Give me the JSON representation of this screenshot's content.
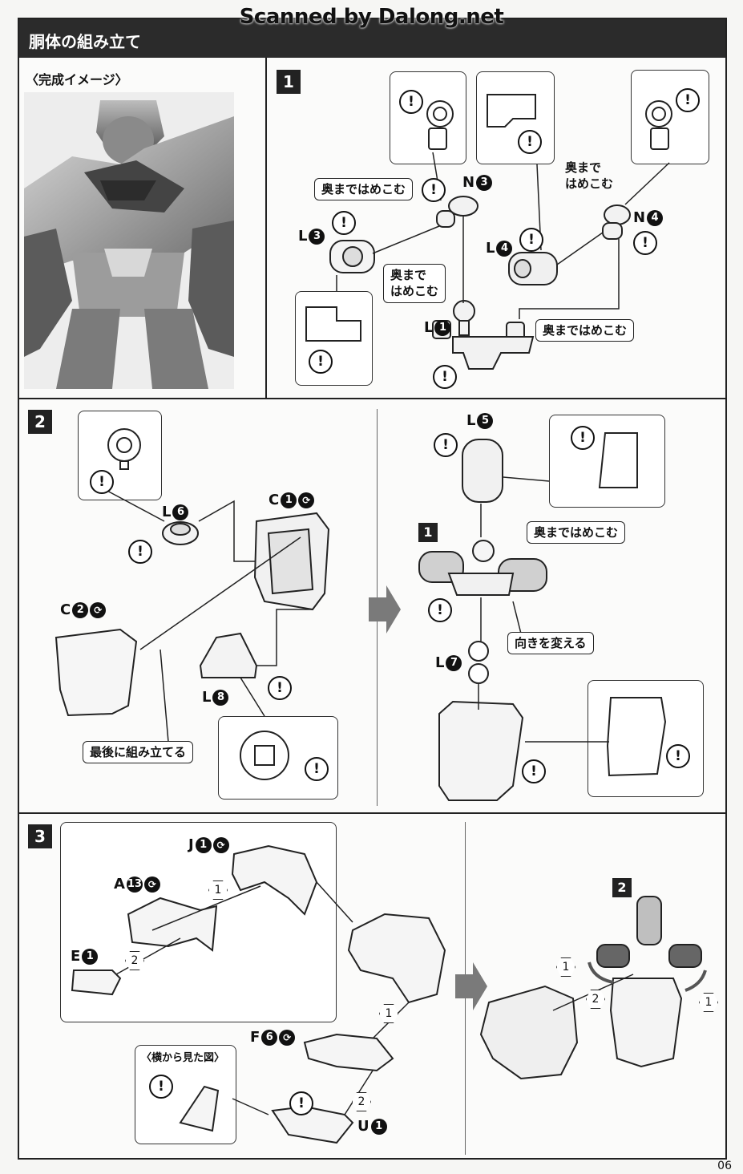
{
  "watermark": "Scanned by Dalong.net",
  "header": {
    "title": "胴体の組み立て"
  },
  "image_section": {
    "label": "〈完成イメージ〉"
  },
  "steps": [
    {
      "number": "1"
    },
    {
      "number": "2"
    },
    {
      "number": "3"
    }
  ],
  "step1": {
    "callout_a": "奥まではめこむ",
    "callout_b": "奥まで\nはめこむ",
    "callout_c": "奥まで\nはめこむ",
    "callout_d": "奥まではめこむ",
    "part_n3": {
      "letter": "N",
      "num": "3"
    },
    "part_n4": {
      "letter": "N",
      "num": "4"
    },
    "part_l3": {
      "letter": "L",
      "num": "3"
    },
    "part_l4": {
      "letter": "L",
      "num": "4"
    },
    "part_l1": {
      "letter": "L",
      "num": "1"
    }
  },
  "step2": {
    "part_l6": {
      "letter": "L",
      "num": "6"
    },
    "part_c1": {
      "letter": "C",
      "num": "1"
    },
    "part_c2": {
      "letter": "C",
      "num": "2"
    },
    "part_l8": {
      "letter": "L",
      "num": "8"
    },
    "part_l5": {
      "letter": "L",
      "num": "5"
    },
    "part_l7": {
      "letter": "L",
      "num": "7"
    },
    "sub_badge": "1",
    "callout_last": "最後に組み立てる",
    "callout_insert": "奥まではめこむ",
    "callout_turn": "向きを変える"
  },
  "step3": {
    "part_j1": {
      "letter": "J",
      "num": "1"
    },
    "part_a13": {
      "letter": "A",
      "num": "13"
    },
    "part_e1": {
      "letter": "E",
      "num": "1"
    },
    "part_f6": {
      "letter": "F",
      "num": "6"
    },
    "part_u1": {
      "letter": "U",
      "num": "1"
    },
    "side_view": "〈横から見た図〉",
    "sub_badge": "2",
    "order_1": "1",
    "order_2": "2"
  },
  "warning_symbol": "!",
  "gate_symbol": "⟳",
  "page_number": "06"
}
